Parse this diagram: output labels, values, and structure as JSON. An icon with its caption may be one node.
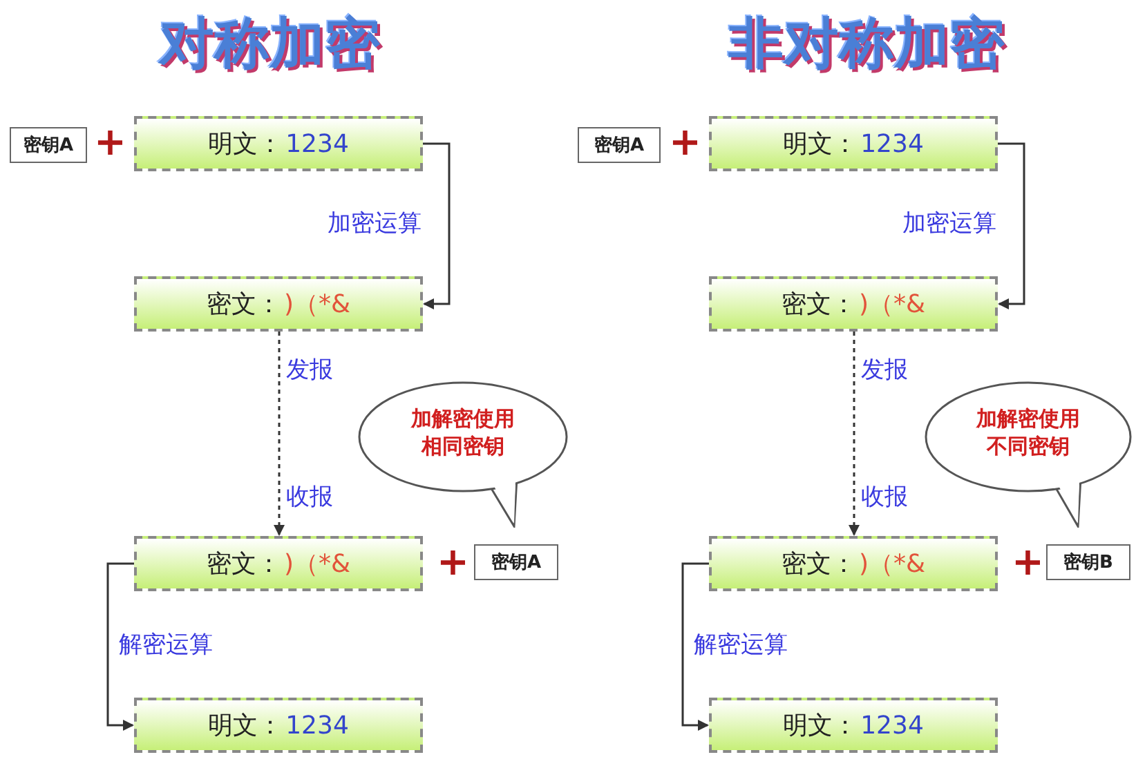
{
  "diagram": {
    "nodes": [
      {
        "text": [
          "密钥A"
        ]
      },
      {
        "text": [
          "明文：",
          "1234"
        ]
      },
      {
        "text": [
          "密文：",
          ")（*&"
        ]
      },
      {
        "text": [
          "加解密使用相同密钥"
        ]
      },
      {
        "text": [
          "密文：",
          ")（*&"
        ]
      },
      {
        "text": [
          "密钥A"
        ]
      },
      {
        "text": [
          "明文：",
          "1234"
        ]
      },
      {
        "text": [
          "密钥A"
        ]
      },
      {
        "text": [
          "明文：",
          "1234"
        ]
      },
      {
        "text": [
          "密文：",
          ")（*&"
        ]
      },
      {
        "text": [
          "加解密使用不同密钥"
        ]
      },
      {
        "text": [
          "密文：",
          ")（*&"
        ]
      },
      {
        "text": [
          "密钥B"
        ]
      },
      {
        "text": [
          "明文：",
          "1234"
        ]
      }
    ],
    "edges": [
      {
        "from": 1,
        "to": 2,
        "arrow": "to",
        "label": "加密运算"
      },
      {
        "from": 2,
        "to": 4,
        "arrow": "to",
        "style": "dashed"
      },
      {
        "from": 4,
        "to": 6,
        "arrow": "to",
        "label": "解密运算"
      },
      {
        "from": 8,
        "to": 9,
        "arrow": "to",
        "label": "加密运算"
      },
      {
        "from": 9,
        "to": 11,
        "arrow": "to",
        "style": "dashed"
      },
      {
        "from": 11,
        "to": 13,
        "arrow": "to",
        "label": "解密运算"
      }
    ],
    "labels": [
      "对称加密",
      "非对称加密",
      "+",
      "发报",
      "收报",
      "+",
      "+",
      "发报",
      "收报",
      "+"
    ]
  }
}
